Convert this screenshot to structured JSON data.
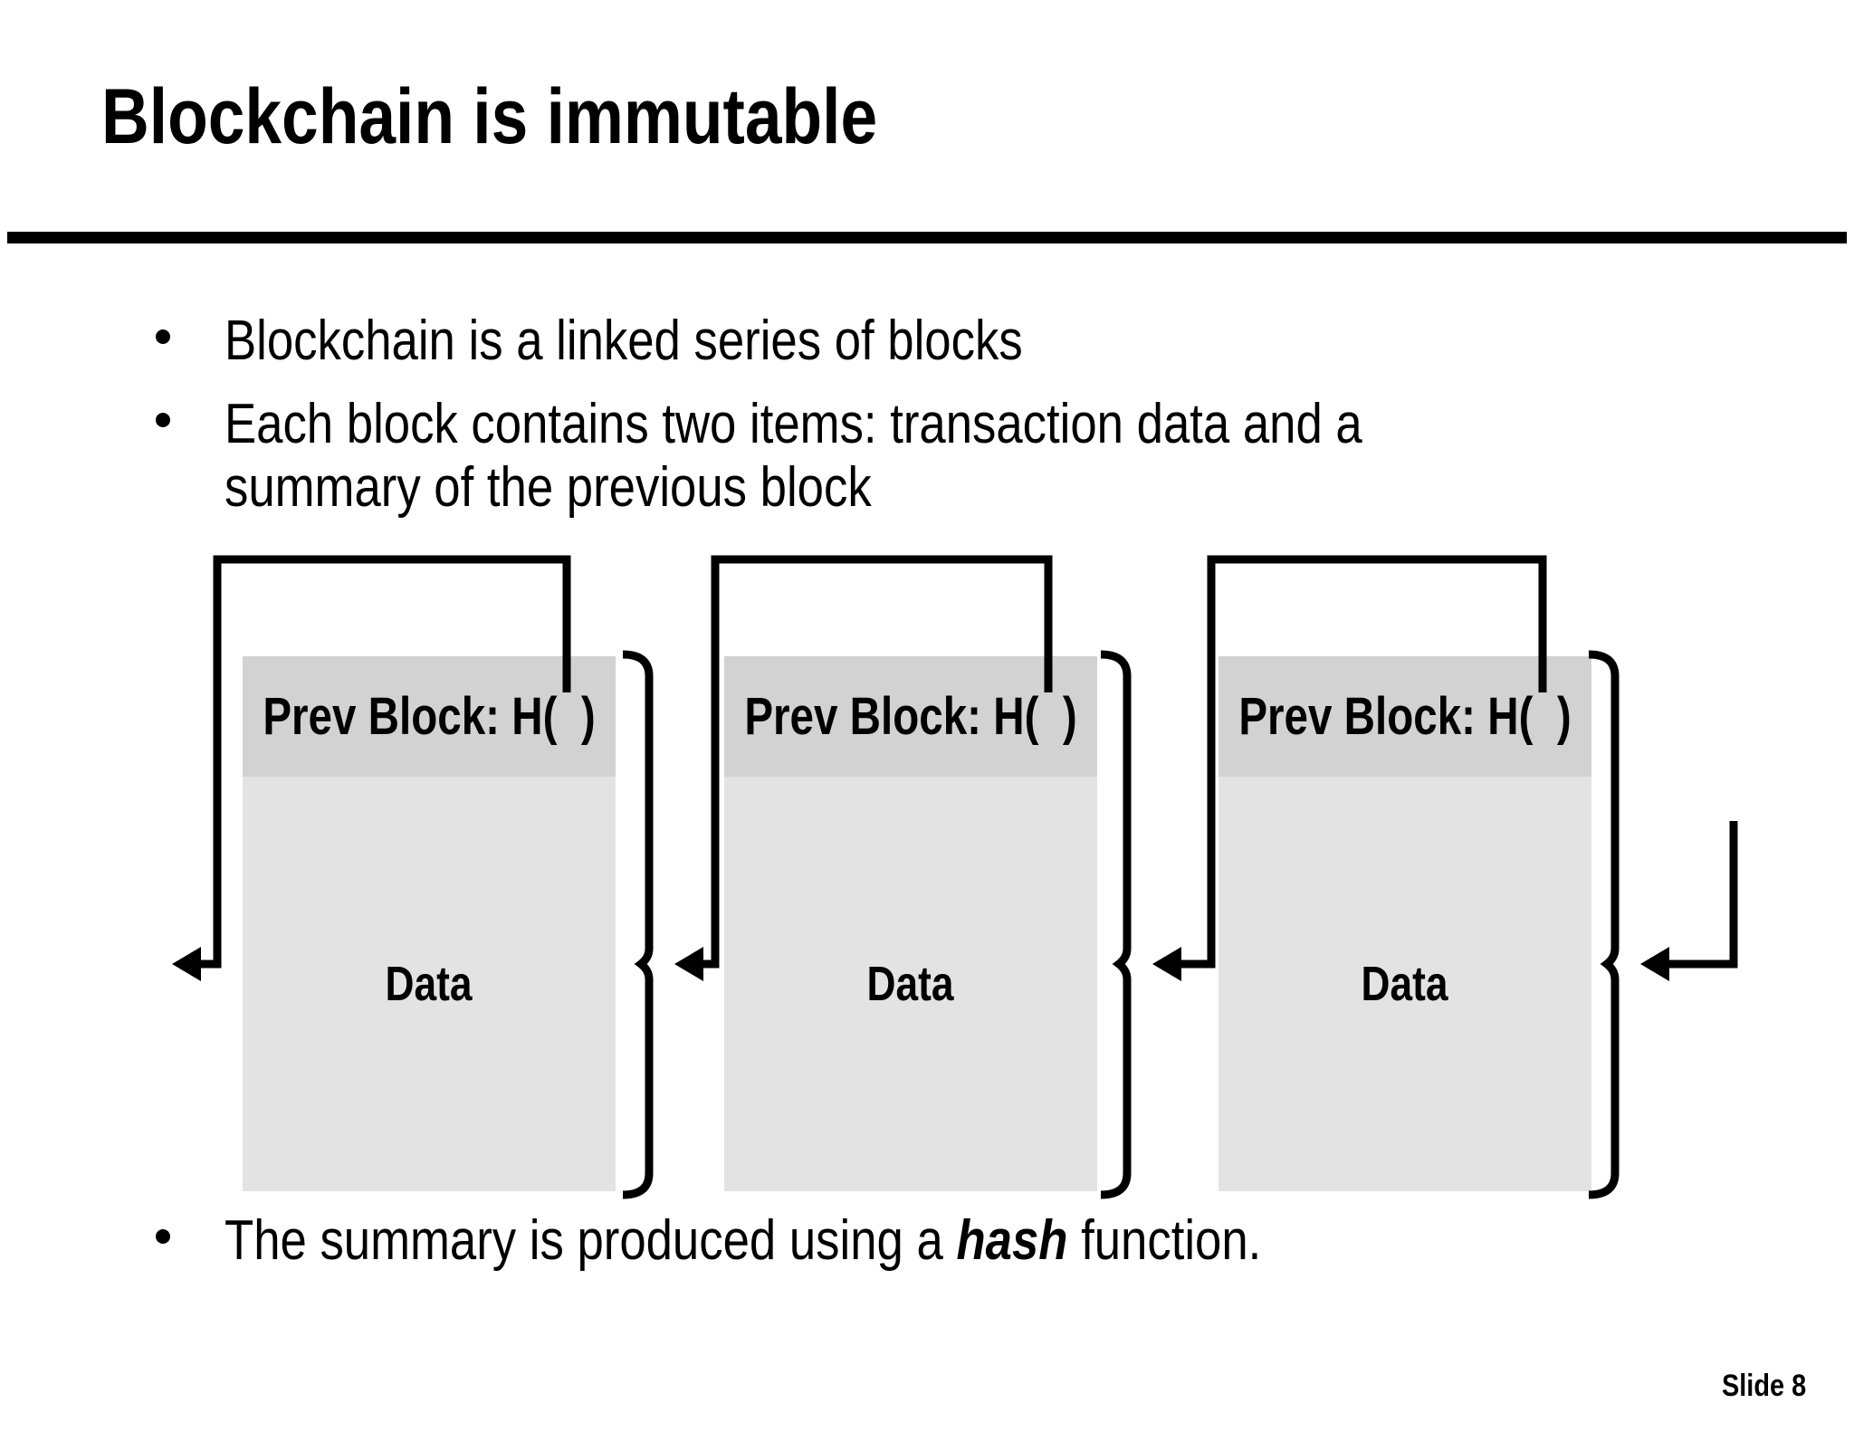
{
  "slide": {
    "title": "Blockchain is immutable",
    "bullets": [
      {
        "lines": [
          "Blockchain is a linked series of blocks"
        ]
      },
      {
        "lines": [
          "Each block contains two items: transaction data and a",
          "summary of the previous block"
        ]
      }
    ],
    "bullet3": {
      "pre": "The summary is produced using a ",
      "emph": "hash",
      "post": " function."
    },
    "slide_number": "Slide 8"
  },
  "diagram": {
    "blocks": [
      {
        "header_label": "Prev Block: H(  )",
        "data_label": "Data"
      },
      {
        "header_label": "Prev Block: H(  )",
        "data_label": "Data"
      },
      {
        "header_label": "Prev Block: H(  )",
        "data_label": "Data"
      }
    ],
    "icons": [
      "hash-link-arrow",
      "block-brace"
    ],
    "colors": {
      "header": "#d2d2d2",
      "body": "#e3e3e3",
      "line": "#000000",
      "background": "#ffffff",
      "text": "#000000"
    }
  }
}
